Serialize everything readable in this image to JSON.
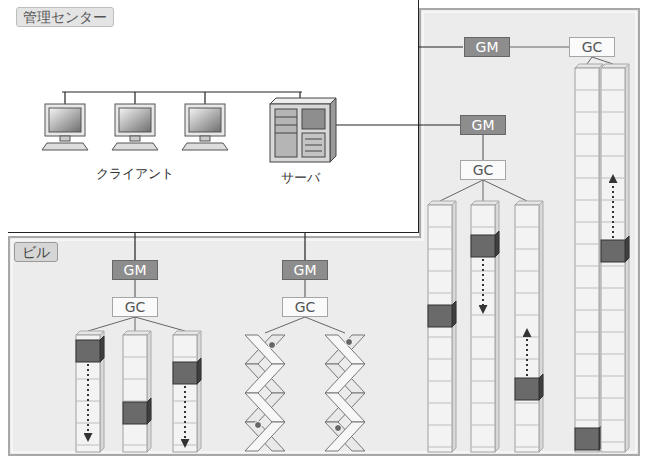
{
  "diagram": {
    "nodes": [
      {
        "text": [
          "管理センター"
        ]
      },
      {
        "text": [
          "ビル"
        ]
      },
      {
        "text": [
          "GM"
        ],
        "in": 1
      },
      {
        "text": [
          "GC"
        ],
        "in": 1
      },
      {
        "text": [
          "GM"
        ],
        "in": 1
      },
      {
        "text": [
          "GC"
        ],
        "in": 1
      },
      {
        "text": [
          "GM"
        ],
        "in": 1
      },
      {
        "text": [
          "GC"
        ],
        "in": 1
      },
      {
        "text": [
          "GM"
        ],
        "in": 1
      },
      {
        "text": [
          "GC"
        ],
        "in": 1
      }
    ],
    "edges": [
      {
        "from": 2,
        "to": 3,
        "arrow": "none"
      },
      {
        "from": 4,
        "to": 5,
        "arrow": "none"
      },
      {
        "from": 6,
        "to": 7,
        "arrow": "none"
      },
      {
        "from": 8,
        "to": 9,
        "arrow": "none"
      }
    ],
    "labels": [
      "クライアント",
      "サーバ"
    ]
  }
}
